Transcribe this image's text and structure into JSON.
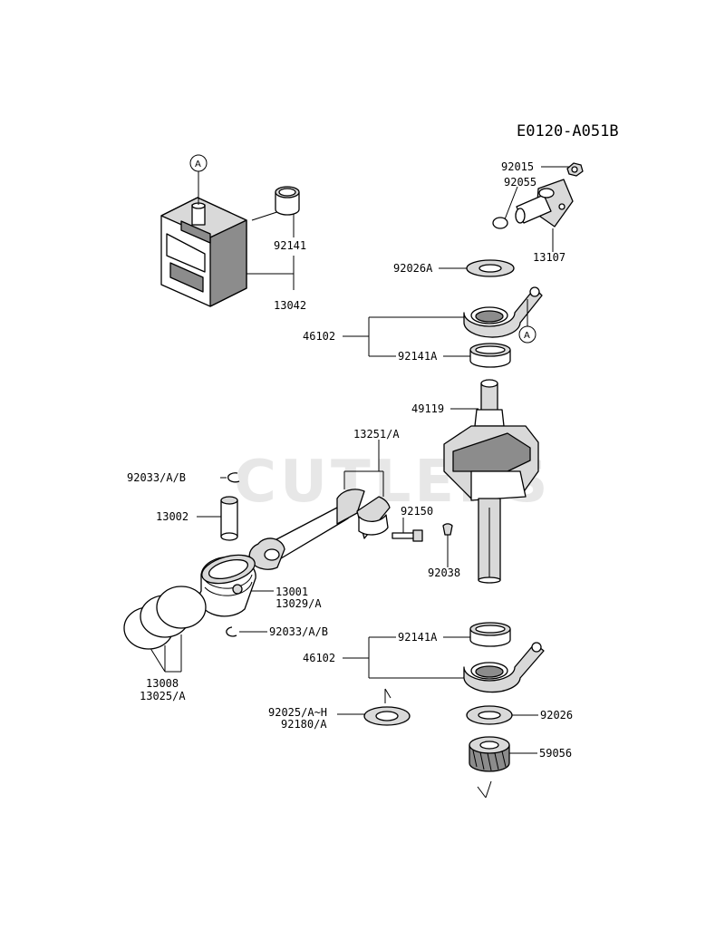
{
  "diagram_code": "E0120-A051B",
  "watermark": "CUTLERS",
  "callouts": {
    "ref_a_left": "A",
    "ref_a_right": "A"
  },
  "labels": {
    "p92015": "92015",
    "p92055": "92055",
    "p13107": "13107",
    "p92141": "92141",
    "p13042": "13042",
    "p92026A": "92026A",
    "p46102_top": "46102",
    "p92141A_top": "92141A",
    "p49119": "49119",
    "p13251": "13251/A",
    "p92033_top": "92033/A/B",
    "p92150": "92150",
    "p13002": "13002",
    "p92038": "92038",
    "p13001": "13001",
    "p13029": "13029/A",
    "p92033_bot": "92033/A/B",
    "p92141A_bot": "92141A",
    "p46102_bot": "46102",
    "p13008": "13008",
    "p13025": "13025/A",
    "p92025": "92025/A~H",
    "p92180": "92180/A",
    "p92026": "92026",
    "p59056": "59056"
  }
}
